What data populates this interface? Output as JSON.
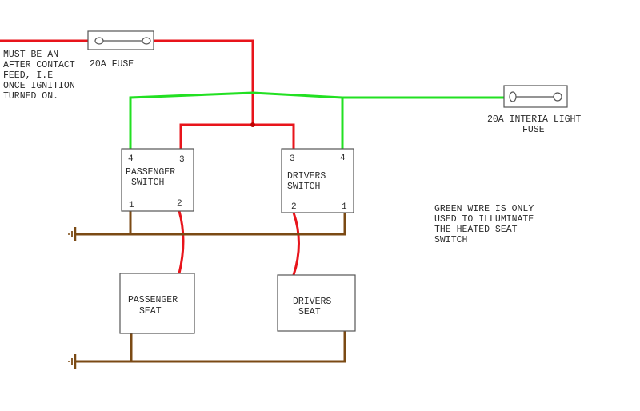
{
  "diagram": {
    "title": "Heated seat switch wiring diagram",
    "colors": {
      "feed_wire": "#e8141b",
      "illumination_wire": "#22e022",
      "ground_wire": "#7b4a14",
      "outline": "#555555"
    },
    "notes": {
      "feed_note": [
        "MUST BE AN",
        "AFTER CONTACT",
        "FEED, I.E",
        "ONCE IGNITION",
        "TURNED ON."
      ],
      "green_note": [
        "GREEN WIRE IS ONLY",
        "USED TO ILLUMINATE",
        "THE HEATED SEAT",
        "SWITCH"
      ]
    },
    "fuses": {
      "main": {
        "label": "20A FUSE"
      },
      "interior": {
        "label_lines": [
          "20A INTERIA LIGHT",
          "FUSE"
        ]
      }
    },
    "switches": {
      "passenger": {
        "label_lines": [
          "PASSENGER",
          "SWITCH"
        ],
        "pins": {
          "p4": "4",
          "p3": "3",
          "p1": "1",
          "p2": "2"
        }
      },
      "drivers": {
        "label_lines": [
          "DRIVERS",
          "SWITCH"
        ],
        "pins": {
          "p3": "3",
          "p4": "4",
          "p2": "2",
          "p1": "1"
        }
      }
    },
    "seats": {
      "passenger": {
        "label_lines": [
          "PASSENGER",
          "SEAT"
        ]
      },
      "drivers": {
        "label_lines": [
          "DRIVERS",
          "SEAT"
        ]
      }
    },
    "grounds": [
      "ground-switches",
      "ground-seats"
    ]
  }
}
